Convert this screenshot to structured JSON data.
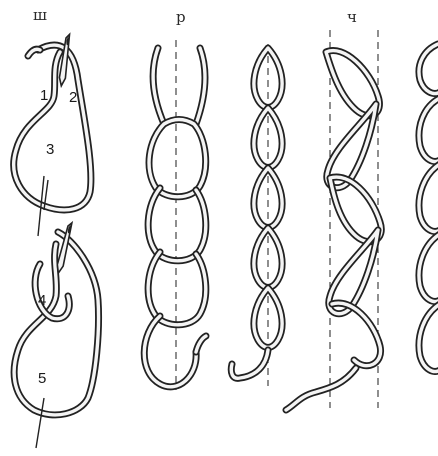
{
  "panels": [
    {
      "id": "a",
      "label": "ш"
    },
    {
      "id": "b",
      "label": "р"
    },
    {
      "id": "c",
      "label": ""
    },
    {
      "id": "d",
      "label": "ч"
    },
    {
      "id": "e",
      "label": ""
    }
  ],
  "steps": [
    "1",
    "2",
    "3",
    "4",
    "5"
  ]
}
